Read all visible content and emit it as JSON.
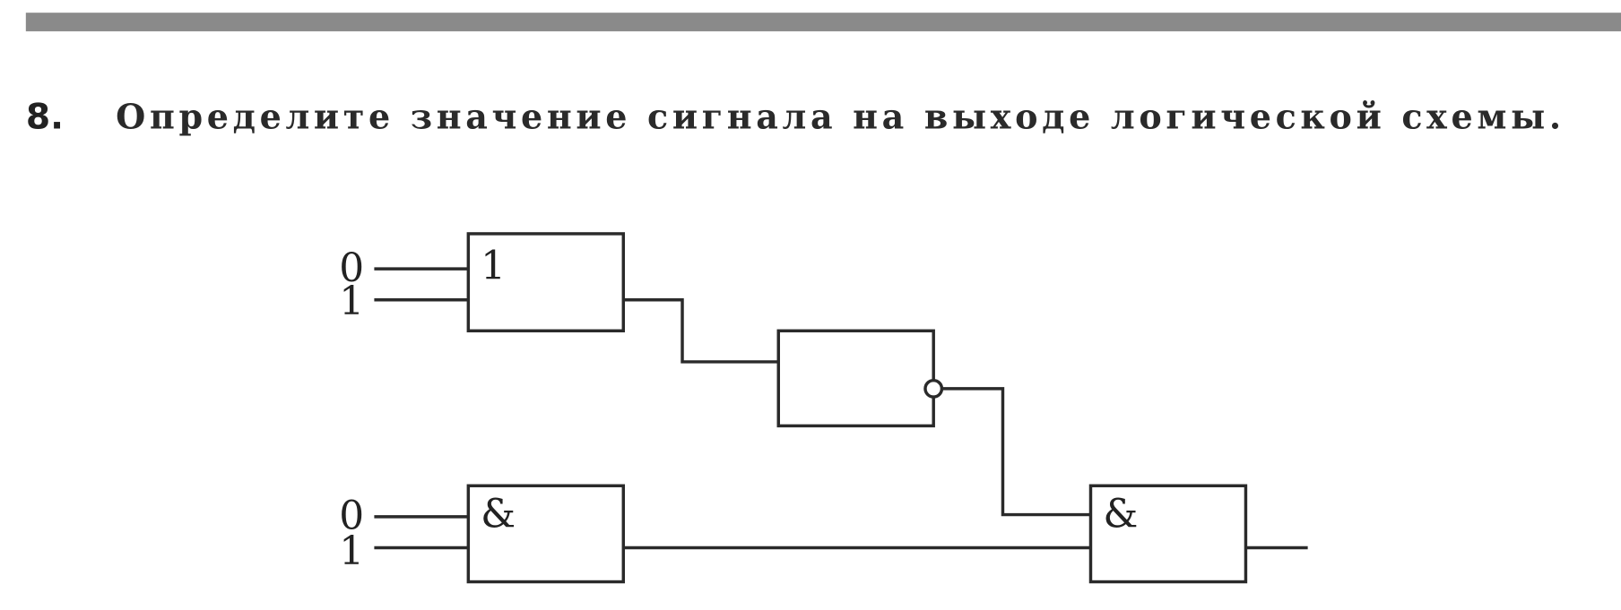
{
  "question": {
    "number": "8.",
    "text": "Определите значение сигнала на выходе логической схемы."
  },
  "circuit": {
    "or_gate": {
      "symbol": "1",
      "inputs": [
        "0",
        "1"
      ]
    },
    "not_gate": {
      "symbol": ""
    },
    "and_gate_1": {
      "symbol": "&",
      "inputs": [
        "0",
        "1"
      ]
    },
    "and_gate_2": {
      "symbol": "&"
    }
  },
  "colors": {
    "rule_bar": "#8a8a8a",
    "ink": "#2a2a2a"
  }
}
